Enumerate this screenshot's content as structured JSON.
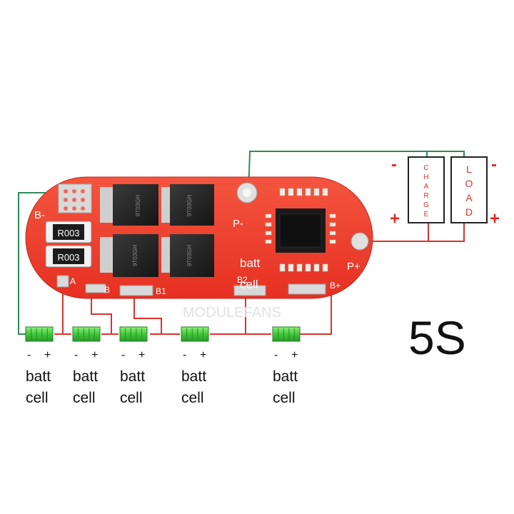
{
  "title": "5S",
  "board": {
    "pads": {
      "b_minus": "B-",
      "a": "A",
      "b": "B",
      "b1": "B1",
      "b2": "B2",
      "b_plus": "B+",
      "p_minus": "P-",
      "p_plus": "P+"
    },
    "resistor_1": "R003",
    "resistor_2": "R003",
    "mosfet_marks": [
      "9T03GH",
      "9T03GH",
      "9T03GH",
      "9T03GH"
    ],
    "overlay_batt": "batt",
    "overlay_cell": "cell",
    "watermark": "MODULEFANS"
  },
  "loads": {
    "charge": "CHARGE",
    "load": "LOAD",
    "minus": "-",
    "plus": "+"
  },
  "cells": [
    {
      "minus": "-",
      "plus": "+",
      "line1": "batt",
      "line2": "cell"
    },
    {
      "minus": "-",
      "plus": "+",
      "line1": "batt",
      "line2": "cell"
    },
    {
      "minus": "-",
      "plus": "+",
      "line1": "batt",
      "line2": "cell"
    },
    {
      "minus": "-",
      "plus": "+",
      "line1": "batt",
      "line2": "cell"
    },
    {
      "minus": "-",
      "plus": "+",
      "line1": "batt",
      "line2": "cell"
    }
  ],
  "colors": {
    "board": "#ef3b2a",
    "wire_green": "#2e8b57",
    "wire_red": "#d9342b",
    "cell_green": "#3ec83e",
    "sign_red": "#e8281e"
  }
}
